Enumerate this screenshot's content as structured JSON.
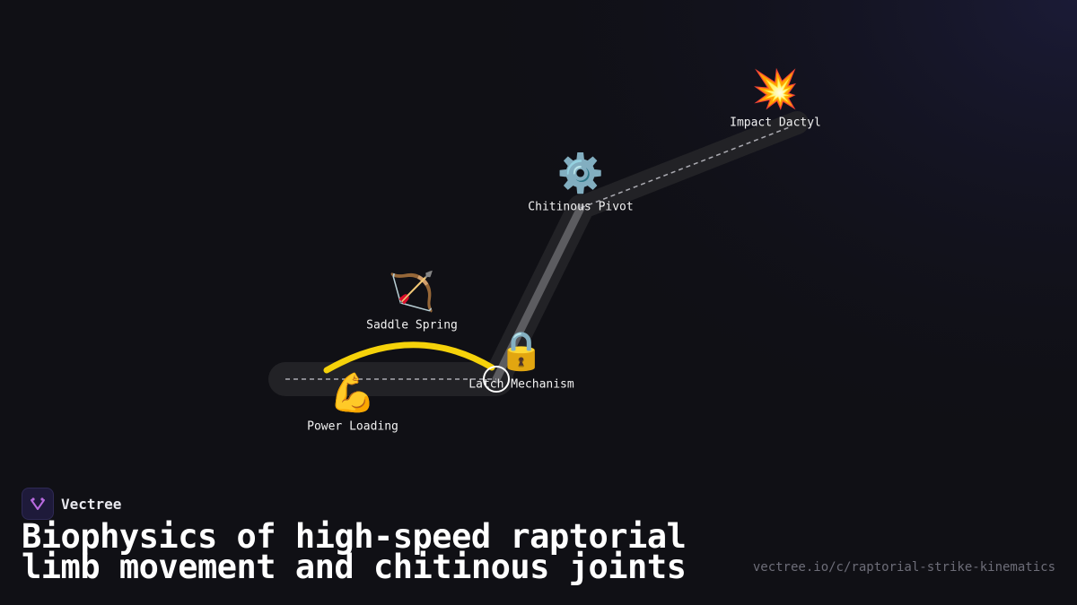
{
  "brand": {
    "name": "Vectree"
  },
  "title": "Biophysics of high-speed raptorial limb movement and chitinous joints",
  "url": "vectree.io/c/raptorial-strike-kinematics",
  "colors": {
    "background": "#101015",
    "glow": "#1c1c3a",
    "track": "#222226",
    "highlight": "#5c5c60",
    "arc": "#f5d20a",
    "brand_logo": "#1e1a3a"
  },
  "nodes": [
    {
      "id": "power-loading",
      "label": "Power Loading",
      "icon": "flexed-biceps-icon",
      "glyph": "💪"
    },
    {
      "id": "latch-mechanism",
      "label": "Latch Mechanism",
      "icon": "lock-icon",
      "glyph": "🔒"
    },
    {
      "id": "saddle-spring",
      "label": "Saddle Spring",
      "icon": "bow-and-arrow-icon",
      "glyph": "🏹"
    },
    {
      "id": "chitinous-pivot",
      "label": "Chitinous Pivot",
      "icon": "gear-icon",
      "glyph": "⚙️"
    },
    {
      "id": "impact-dactyl",
      "label": "Impact Dactyl",
      "icon": "collision-icon",
      "glyph": "💥"
    }
  ]
}
